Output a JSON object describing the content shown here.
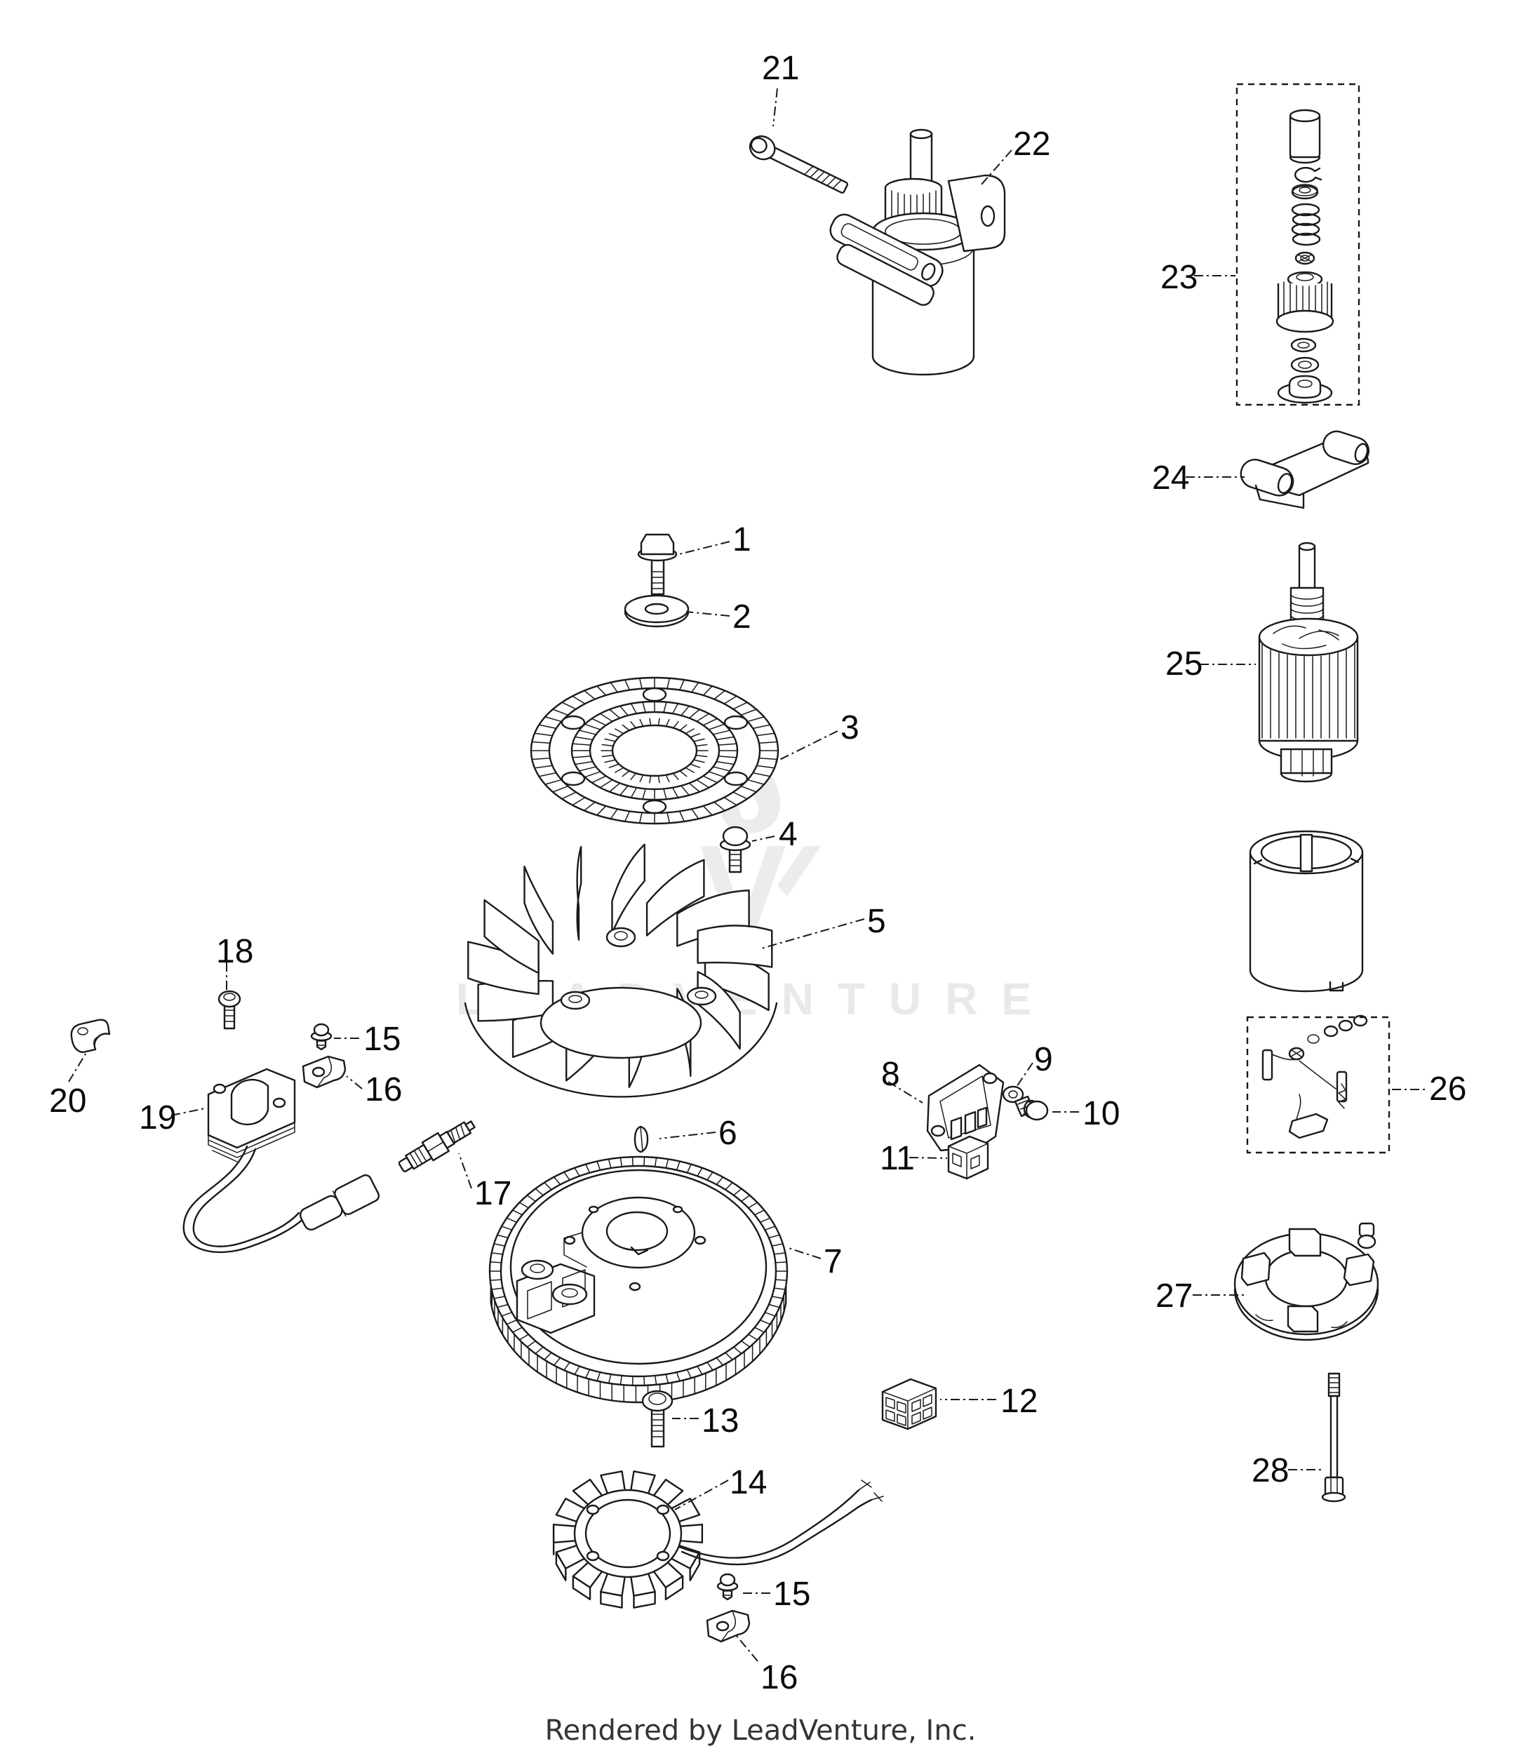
{
  "page": {
    "caption": "Rendered by LeadVenture, Inc.",
    "watermark_text": "LEADVENTURE",
    "background_color": "#ffffff",
    "line_color": "#1a1a1a",
    "watermark_color": "#e9e9e9",
    "label_color": "#0a0a0a"
  },
  "diagram": {
    "type": "exploded-parts-diagram",
    "callouts": [
      {
        "ref": "1",
        "part": "flange-screw"
      },
      {
        "ref": "2",
        "part": "washer"
      },
      {
        "ref": "3",
        "part": "debris-screen"
      },
      {
        "ref": "4",
        "part": "screw"
      },
      {
        "ref": "5",
        "part": "flywheel-fan"
      },
      {
        "ref": "6",
        "part": "key"
      },
      {
        "ref": "7",
        "part": "flywheel-ring-gear"
      },
      {
        "ref": "8",
        "part": "rectifier-regulator"
      },
      {
        "ref": "9",
        "part": "washer"
      },
      {
        "ref": "10",
        "part": "screw"
      },
      {
        "ref": "11",
        "part": "connector"
      },
      {
        "ref": "12",
        "part": "connector"
      },
      {
        "ref": "13",
        "part": "bolt"
      },
      {
        "ref": "14",
        "part": "stator"
      },
      {
        "ref": "15",
        "part": "screw"
      },
      {
        "ref": "16",
        "part": "clamp"
      },
      {
        "ref": "17",
        "part": "spark-plug"
      },
      {
        "ref": "18",
        "part": "screw"
      },
      {
        "ref": "19",
        "part": "ignition-module"
      },
      {
        "ref": "20",
        "part": "clip"
      },
      {
        "ref": "21",
        "part": "long-bolt"
      },
      {
        "ref": "22",
        "part": "electric-starter"
      },
      {
        "ref": "23",
        "part": "starter-drive-kit"
      },
      {
        "ref": "24",
        "part": "mounting-bracket"
      },
      {
        "ref": "25",
        "part": "armature"
      },
      {
        "ref": "26",
        "part": "brush-repair-kit"
      },
      {
        "ref": "27",
        "part": "brush-holder-end-cap"
      },
      {
        "ref": "28",
        "part": "through-bolt"
      },
      {
        "ref": "15",
        "part": "screw"
      },
      {
        "ref": "16",
        "part": "clamp"
      }
    ]
  }
}
